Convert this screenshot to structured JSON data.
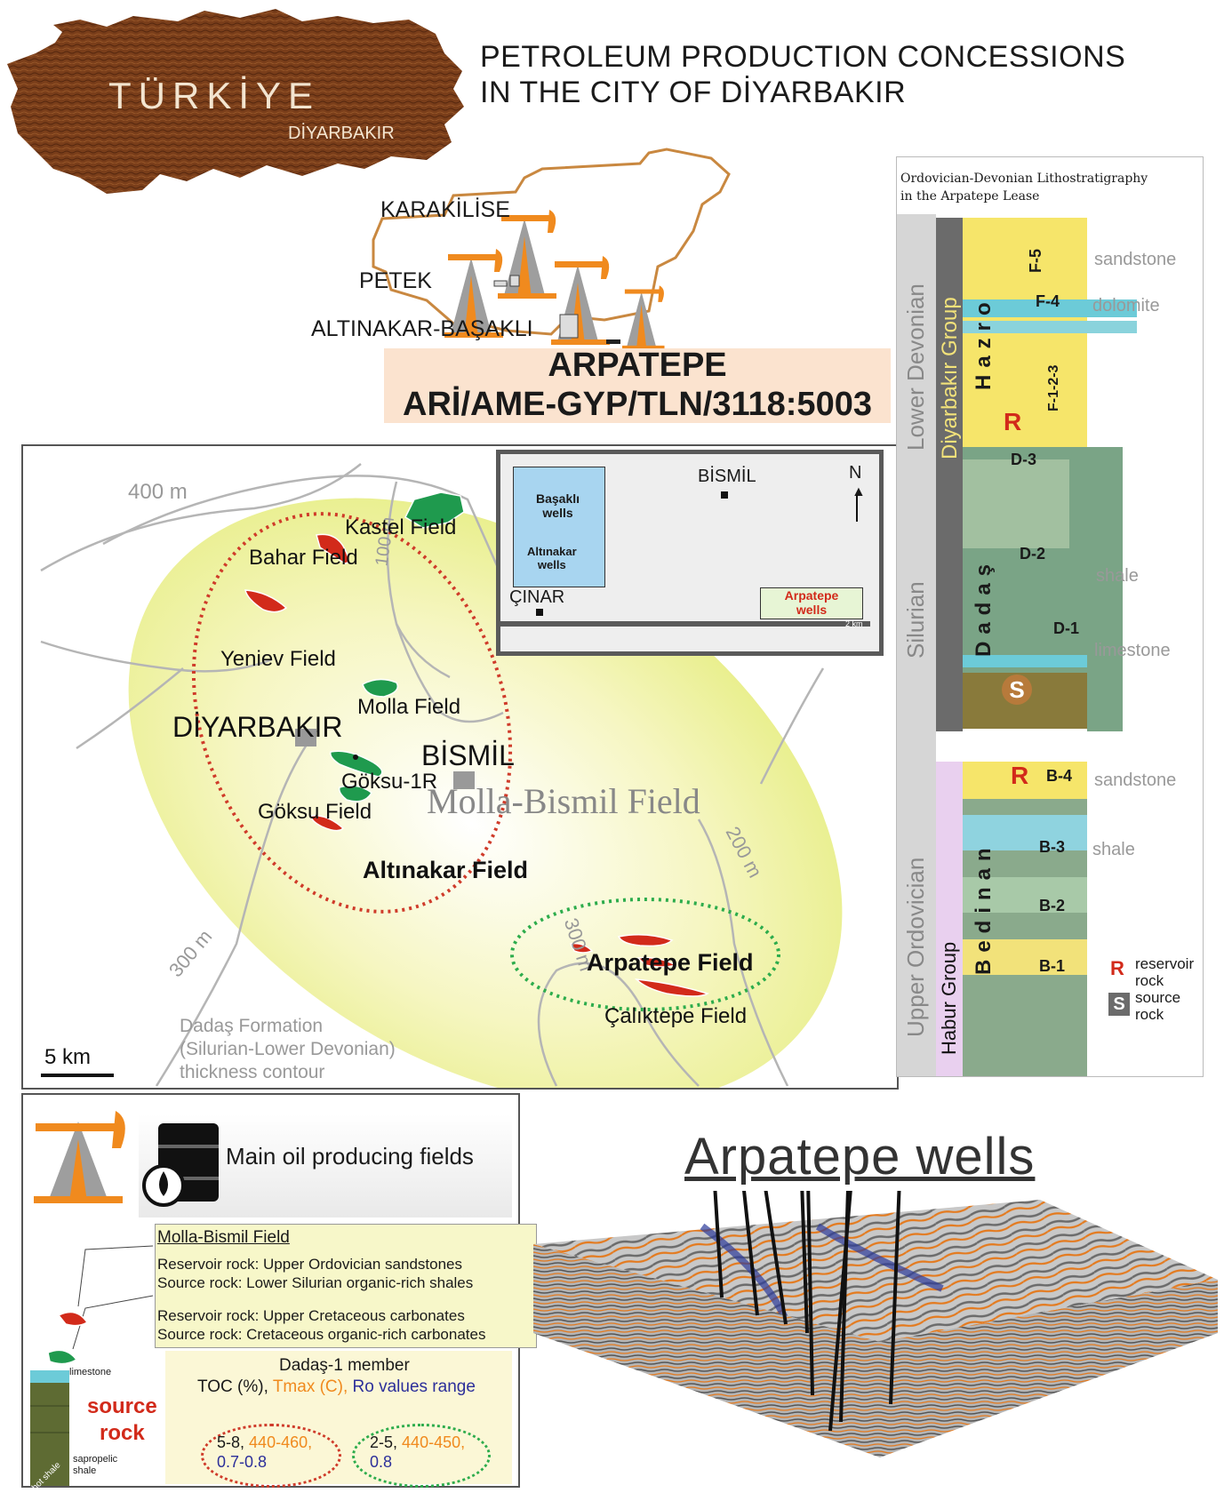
{
  "header": {
    "country_label": "TÜRKİYE",
    "city_label": "DİYARBAKIR",
    "title_line1": "PETROLEUM PRODUCTION CONCESSIONS",
    "title_line2": "IN THE CITY OF DİYARBAKIR"
  },
  "concessions": {
    "labels": [
      "KARAKİLİSE",
      "PETEK",
      "ALTINAKAR-BAŞAKLI"
    ],
    "arpatepe_name": "ARPATEPE",
    "arpatepe_code": "ARİ/AME-GYP/TLN/3118:5003"
  },
  "map": {
    "fields": {
      "kastel": "Kastel Field",
      "bahar": "Bahar Field",
      "yeniev": "Yeniev Field",
      "molla": "Molla Field",
      "goksu1r": "Göksu-1R",
      "goksu": "Göksu Field",
      "altinakar": "Altınakar Field",
      "molla_bismil": "Molla-Bismil Field",
      "arpatepe": "Arpatepe Field",
      "caliktepe": "Çalıktepe Field"
    },
    "cities": {
      "diyarbakir": "DİYARBAKIR",
      "bismil": "BİSMİL"
    },
    "contours": {
      "c400": "400 m",
      "c100": "100 m",
      "c200": "200 m",
      "c300a": "300 m",
      "c300b": "300 m"
    },
    "contour_caption": [
      "Dadaş Formation",
      "(Silurian-Lower Devonian)",
      "thickness contour"
    ],
    "scale": "5 km",
    "inset": {
      "bismil": "BİSMİL",
      "north": "N",
      "basakli": "Başaklı",
      "wells1": "wells",
      "altinakar": "Altınakar",
      "wells2": "wells",
      "cinar": "ÇINAR",
      "arpatepe": "Arpatepe",
      "wells3": "wells",
      "scale": "2 km"
    }
  },
  "strat": {
    "title": "Ordovician-Devonian Lithostratigraphy",
    "subtitle": "in the Arpatepe Lease",
    "periods": [
      "Lower Devonian",
      "Silurian",
      "Upper Ordovician"
    ],
    "groups": [
      "Diyarbakır Group",
      "Habur Group"
    ],
    "formations": [
      "Hazro",
      "Dadaş",
      "Bedinan"
    ],
    "units": [
      "F-5",
      "F-4",
      "F-1-2-3",
      "D-3",
      "D-2",
      "D-1",
      "B-4",
      "B-3",
      "B-2",
      "B-1"
    ],
    "lithology": [
      "sandstone",
      "dolomite",
      "shale",
      "limestone",
      "sandstone",
      "shale"
    ],
    "marks": {
      "r": "R",
      "s": "S"
    },
    "legend": [
      "reservoir",
      "rock",
      "source",
      "rock"
    ]
  },
  "legend": {
    "main": "Main oil producing fields",
    "note_title": "Molla-Bismil Field",
    "note_lines": [
      "Reservoir rock: Upper Ordovician sandstones",
      "Source rock: Lower Silurian organic-rich shales",
      "Reservoir rock: Upper Cretaceous carbonates",
      "Source rock: Cretaceous organic-rich carbonates"
    ],
    "col_limestone": "limestone",
    "col_hot": "hot shale",
    "col_sapro": [
      "sapropelic",
      "shale"
    ],
    "source1": "source",
    "source2": "rock",
    "member": "Dadaş-1 member",
    "toc": "TOC (%),",
    "tmax": "Tmax (C),",
    "ro": "Ro values range",
    "red_toc": "5-8,",
    "red_tmax": "440-460,",
    "red_ro": "0.7-0.8",
    "green_toc": "2-5,",
    "green_tmax": "440-450,",
    "green_ro": "0.8"
  },
  "seismic": {
    "title": "Arpatepe wells"
  },
  "colors": {
    "oil_red": "#d22a1a",
    "gas_green": "#1f9a4e",
    "rig_orange": "#f08a1e",
    "turkey_brown": "#7a3e1a",
    "ellipse": "#f3f3a6"
  }
}
